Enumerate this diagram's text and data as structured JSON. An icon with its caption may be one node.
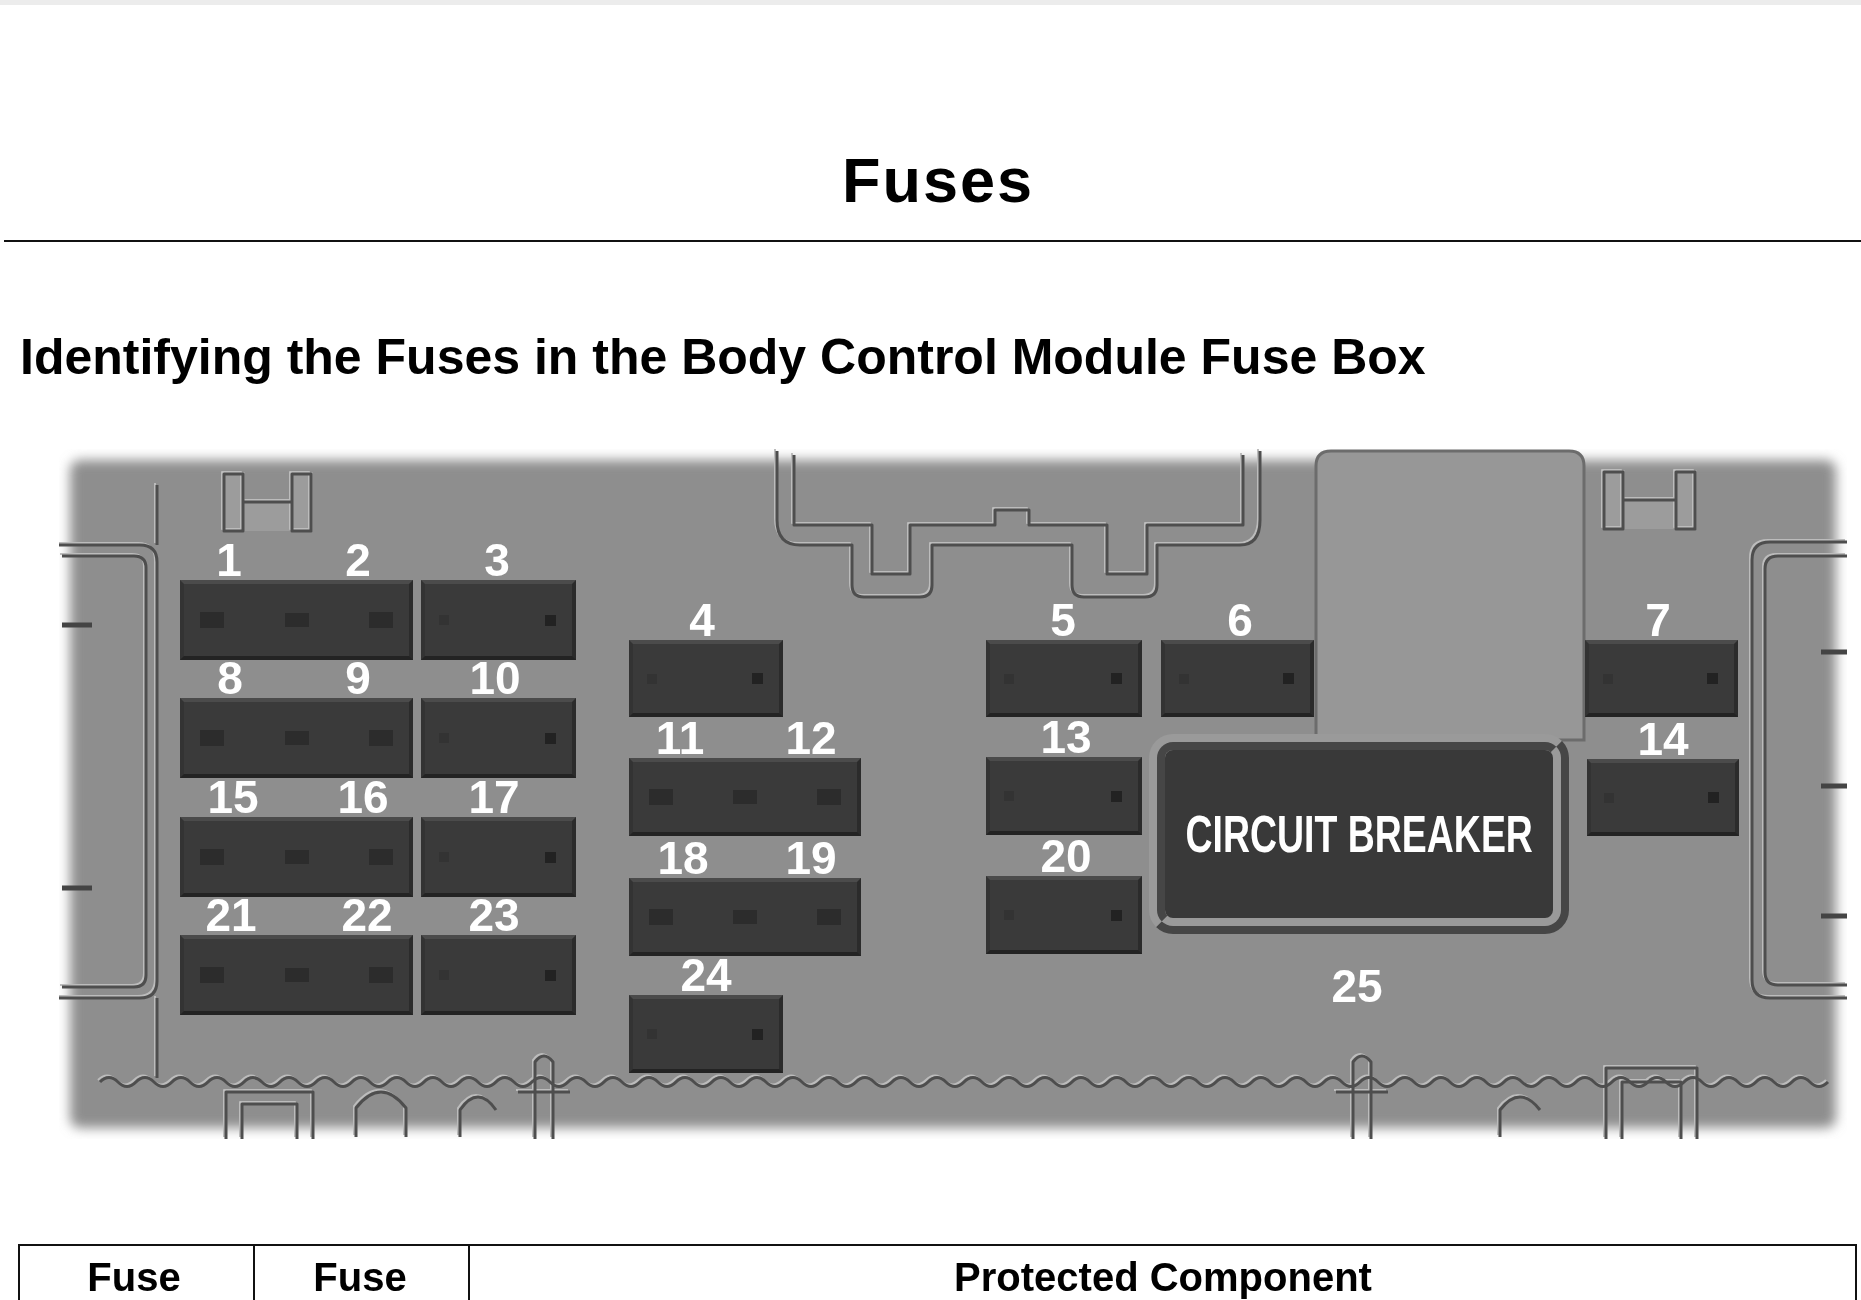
{
  "diagram": {
    "title": "Fuses",
    "nodes": [
      {
        "text": [
          "1",
          "2"
        ]
      },
      {
        "text": [
          "3"
        ]
      },
      {
        "text": [
          "4"
        ]
      },
      {
        "text": [
          "5"
        ]
      },
      {
        "text": [
          "6"
        ]
      },
      {
        "text": [
          "7"
        ]
      },
      {
        "text": [
          "8",
          "9"
        ]
      },
      {
        "text": [
          "10"
        ]
      },
      {
        "text": [
          "11",
          "12"
        ]
      },
      {
        "text": [
          "13"
        ]
      },
      {
        "text": [
          "CIRCUIT BREAKER"
        ],
        "beside": [
          "25"
        ]
      },
      {
        "text": [
          "14"
        ]
      },
      {
        "text": [
          "15",
          "16"
        ]
      },
      {
        "text": [
          "17"
        ]
      },
      {
        "text": [
          "18",
          "19"
        ]
      },
      {
        "text": [
          "20"
        ]
      },
      {
        "text": [
          "21",
          "22"
        ]
      },
      {
        "text": [
          "23"
        ]
      },
      {
        "text": [
          "24"
        ]
      }
    ],
    "labels": [
      "Identifying the Fuses in the Body Control Module Fuse Box",
      "Fuse",
      "Fuse",
      "Protected Component"
    ]
  }
}
